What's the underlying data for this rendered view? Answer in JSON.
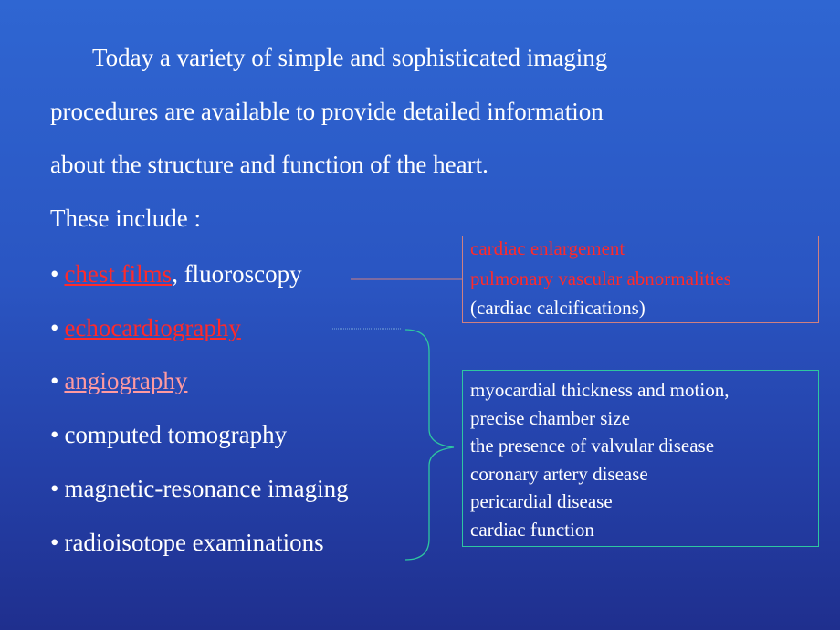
{
  "intro": {
    "line1": "Today a variety of simple and sophisticated imaging",
    "line2": "procedures are available to provide detailed information",
    "line3": "about the structure and function of the heart.",
    "line4": "These include :"
  },
  "bullet_symbol": "•",
  "items": [
    {
      "label": "chest films",
      "suffix": ", fluoroscopy"
    },
    {
      "label": "echocardiography",
      "suffix": ""
    },
    {
      "label": "angiography",
      "suffix": ""
    },
    {
      "label": "computed tomography",
      "suffix": ""
    },
    {
      "label": "magnetic-resonance imaging",
      "suffix": ""
    },
    {
      "label": "radioisotope examinations",
      "suffix": ""
    }
  ],
  "box1": {
    "line1": "cardiac enlargement",
    "line2": "pulmonary vascular abnormalities",
    "line3": "(cardiac calcifications)"
  },
  "box2": {
    "lines": [
      "myocardial thickness and motion,",
      "precise chamber size",
      "the presence of valvular disease",
      "coronary artery disease",
      "pericardial disease",
      "cardiac function"
    ]
  },
  "colors": {
    "link_red": "#ff2a2a",
    "link_pink": "#ff9aa0",
    "box1_border": "#d08080",
    "box2_border": "#2ec7a0",
    "brace": "#2ec7a0"
  }
}
